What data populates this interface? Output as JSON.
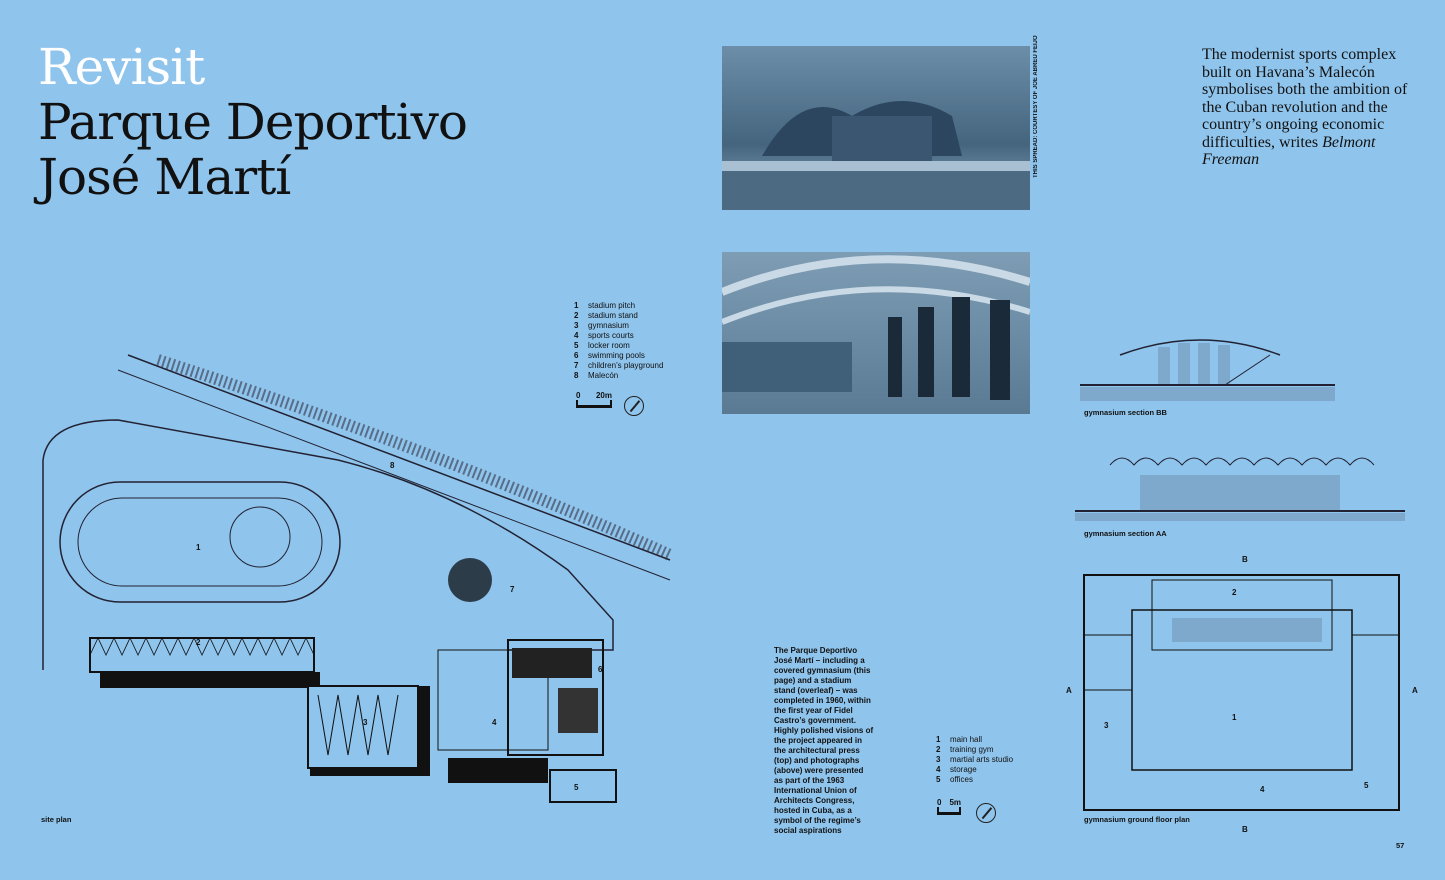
{
  "title": {
    "kicker": "Revisit",
    "line1": "Parque Deportivo",
    "line2": "José Martí"
  },
  "intro": {
    "text": "The modernist sports complex built on Havana’s Malecón symbolises both the ambition of the Cuban revolution and the country’s ongoing economic difficulties, writes",
    "author": "Belmont Freeman"
  },
  "credit": "THIS SPREAD: COURTESY OF JOE ABREU FEIJO",
  "site_legend": [
    {
      "n": "1",
      "label": "stadium pitch"
    },
    {
      "n": "2",
      "label": "stadium stand"
    },
    {
      "n": "3",
      "label": "gymnasium"
    },
    {
      "n": "4",
      "label": "sports courts"
    },
    {
      "n": "5",
      "label": "locker room"
    },
    {
      "n": "6",
      "label": "swimming pools"
    },
    {
      "n": "7",
      "label": "children’s playground"
    },
    {
      "n": "8",
      "label": "Malecón"
    }
  ],
  "site_scale": {
    "start": "0",
    "end": "20m"
  },
  "gym_legend": [
    {
      "n": "1",
      "label": "main hall"
    },
    {
      "n": "2",
      "label": "training gym"
    },
    {
      "n": "3",
      "label": "martial arts studio"
    },
    {
      "n": "4",
      "label": "storage"
    },
    {
      "n": "5",
      "label": "offices"
    }
  ],
  "gym_scale": {
    "start": "0",
    "end": "5m"
  },
  "caption": "The Parque Deportivo José Martí – including a covered gymnasium (this page) and a stadium stand (overleaf) – was completed in 1960, within the first year of Fidel Castro’s government. Highly polished visions of the project appeared in the architectural press (top) and photographs (above) were presented as part of the 1963 International Union of Architects Congress, hosted in Cuba, as a symbol of the regime’s social aspirations",
  "labels": {
    "site_plan": "site plan",
    "section_bb": "gymnasium section BB",
    "section_aa": "gymnasium section AA",
    "floor_plan": "gymnasium ground floor plan"
  },
  "plan_numbers": {
    "n1": "1",
    "n2": "2",
    "n3": "3",
    "n4": "4",
    "n5": "5",
    "n6": "6",
    "n7": "7",
    "n8": "8"
  },
  "floor_numbers": {
    "n1": "1",
    "n2": "2",
    "n3": "3",
    "n4": "4",
    "n5": "5"
  },
  "section_marks": {
    "a": "A",
    "b": "B"
  },
  "page_number": "57"
}
